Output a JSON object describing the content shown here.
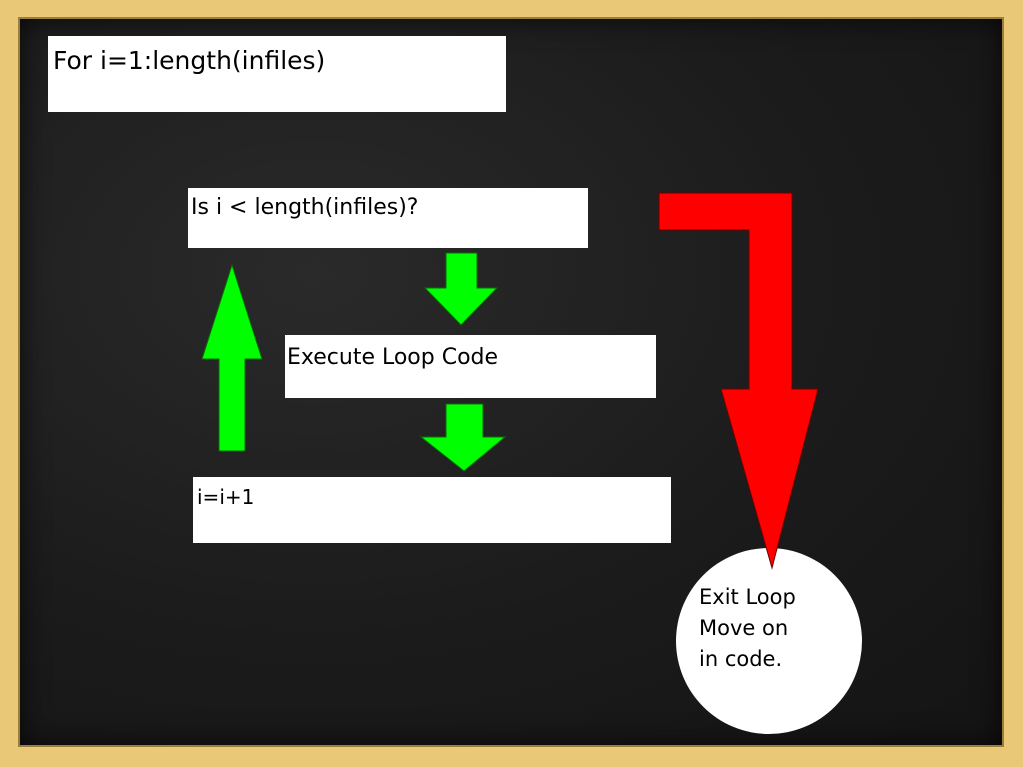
{
  "boxes": {
    "for_statement": "For i=1:length(infiles)",
    "condition": "Is i < length(infiles)?",
    "execute": "Execute Loop Code",
    "increment": "i=i+1"
  },
  "exit": {
    "line1": "Exit Loop",
    "line2": "Move on",
    "line3": "in code."
  },
  "colors": {
    "board": "#1b1b1b",
    "frame": "#e9c878",
    "green_arrow": "#00ff00",
    "red_arrow": "#ff0000",
    "box": "#ffffff"
  }
}
